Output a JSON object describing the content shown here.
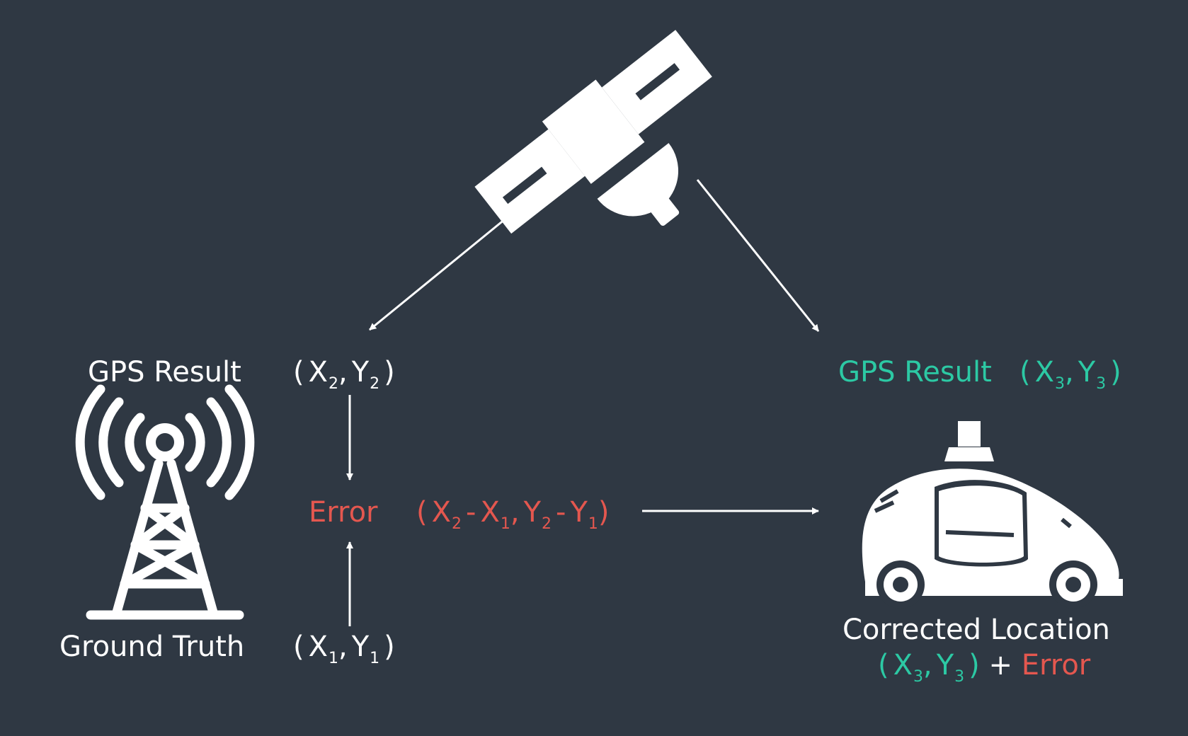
{
  "colors": {
    "background": "#2f3843",
    "foreground": "#ffffff",
    "accent_teal": "#2cc9a4",
    "accent_red": "#e4574f"
  },
  "icons": {
    "satellite": "satellite-icon",
    "tower": "radio-tower-icon",
    "car": "self-driving-car-icon"
  },
  "left": {
    "gps_label": "GPS Result",
    "gps_coord": {
      "open": "(",
      "x": "X",
      "x_sub": "2",
      "sep": ",",
      "y": "Y",
      "y_sub": "2",
      "close": ")"
    },
    "truth_label": "Ground Truth",
    "truth_coord": {
      "open": "(",
      "x": "X",
      "x_sub": "1",
      "sep": ",",
      "y": "Y",
      "y_sub": "1",
      "close": ")"
    }
  },
  "error": {
    "label": "Error",
    "open": "(",
    "a": "X",
    "a_sub": "2",
    "minus1": "-",
    "b": "X",
    "b_sub": "1",
    "sep": ",",
    "c": "Y",
    "c_sub": "2",
    "minus2": "-",
    "d": "Y",
    "d_sub": "1",
    "close": ")"
  },
  "right": {
    "gps_label": "GPS Result",
    "gps_coord": {
      "open": "(",
      "x": "X",
      "x_sub": "3",
      "sep": ",",
      "y": "Y",
      "y_sub": "3",
      "close": ")"
    },
    "corrected_label": "Corrected Location",
    "corrected_coord": {
      "open": "(",
      "x": "X",
      "x_sub": "3",
      "sep": ",",
      "y": "Y",
      "y_sub": "3",
      "close": ")"
    },
    "plus": "+",
    "error_word": "Error"
  }
}
